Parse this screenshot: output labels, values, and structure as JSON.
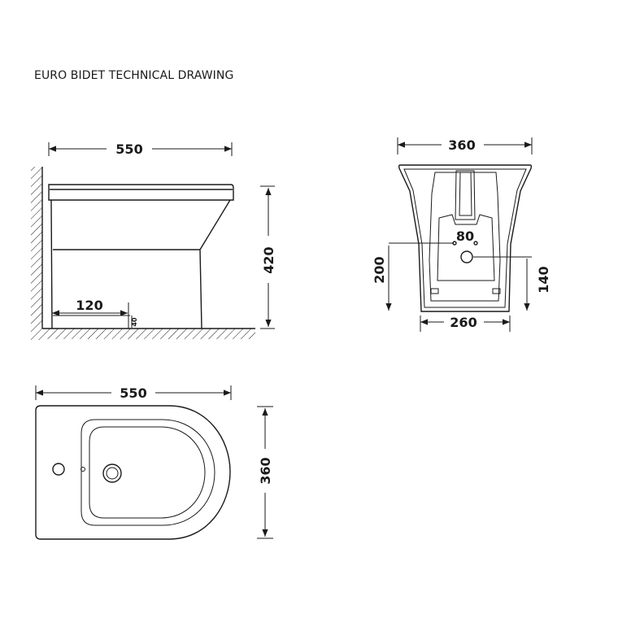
{
  "title": "EURO BIDET TECHNICAL DRAWING",
  "side_view": {
    "width": "550",
    "height": "420",
    "outlet_distance": "120",
    "outlet_height": "40"
  },
  "rear_view": {
    "width": "360",
    "fixing_spacing": "80",
    "fixing_height": "200",
    "waste_height": "140",
    "base_width": "260"
  },
  "top_view": {
    "length": "550",
    "width": "360"
  }
}
